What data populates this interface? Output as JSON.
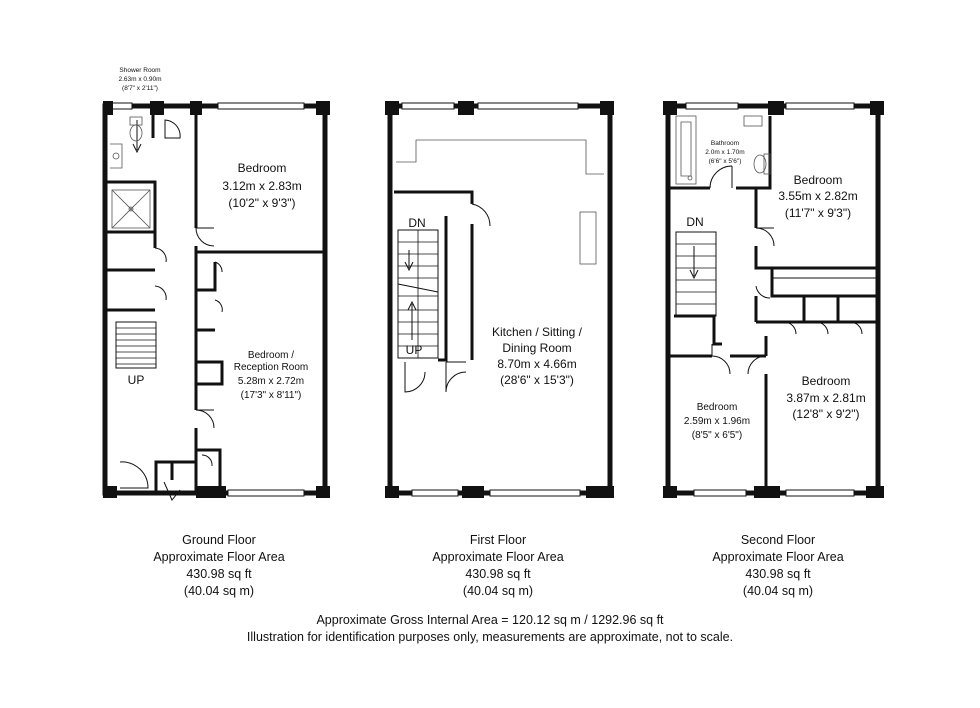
{
  "rooms": {
    "shower": {
      "name": "Shower Room",
      "metric": "2.63m x 0.90m",
      "imperial": "(8'7\" x 2'11\")"
    },
    "gf_bedroom": {
      "name": "Bedroom",
      "metric": "3.12m x 2.83m",
      "imperial": "(10'2\" x 9'3\")"
    },
    "gf_reception": {
      "name1": "Bedroom /",
      "name2": "Reception Room",
      "metric": "5.28m x 2.72m",
      "imperial": "(17'3\" x 8'11\")"
    },
    "kitchen": {
      "name1": "Kitchen / Sitting /",
      "name2": "Dining Room",
      "metric": "8.70m x 4.66m",
      "imperial": "(28'6\" x 15'3\")"
    },
    "bathroom": {
      "name": "Bathroom",
      "metric": "2.0m x 1.70m",
      "imperial": "(6'6\" x 5'6\")"
    },
    "sf_bedroom1": {
      "name": "Bedroom",
      "metric": "3.55m x 2.82m",
      "imperial": "(11'7\" x 9'3\")"
    },
    "sf_bedroom2": {
      "name": "Bedroom",
      "metric": "2.59m x 1.96m",
      "imperial": "(8'5\" x 6'5\")"
    },
    "sf_bedroom3": {
      "name": "Bedroom",
      "metric": "3.87m x 2.81m",
      "imperial": "(12'8\" x 9'2\")"
    }
  },
  "stairs": {
    "up": "UP",
    "down": "DN"
  },
  "floors": [
    {
      "name": "Ground Floor",
      "label": "Approximate Floor Area",
      "sqft": "430.98 sq ft",
      "sqm": "(40.04 sq m)"
    },
    {
      "name": "First Floor",
      "label": "Approximate Floor Area",
      "sqft": "430.98 sq ft",
      "sqm": "(40.04 sq m)"
    },
    {
      "name": "Second Floor",
      "label": "Approximate Floor Area",
      "sqft": "430.98 sq ft",
      "sqm": "(40.04 sq m)"
    }
  ],
  "footer": {
    "gross_area": "Approximate Gross Internal Area = 120.12 sq m / 1292.96 sq ft",
    "disclaimer": "Illustration for identification purposes only, measurements are approximate, not to scale."
  }
}
